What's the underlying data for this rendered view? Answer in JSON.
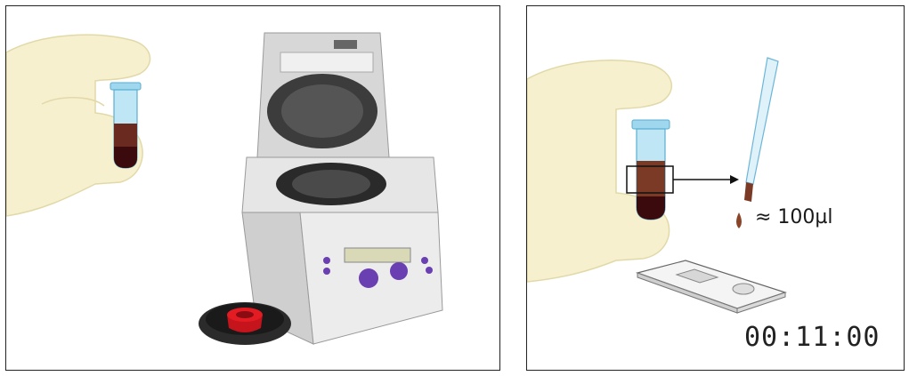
{
  "panels": [
    {
      "id": "centrifuge-step",
      "items": [
        "hand-holding-tube",
        "blood-sample-tube",
        "microcentrifuge",
        "tube-cap"
      ]
    },
    {
      "id": "sampling-step",
      "items": [
        "hand-holding-tube",
        "separated-sample-tube",
        "pipette",
        "test-cassette"
      ]
    }
  ],
  "labels": {
    "volume": "≈ 100µl",
    "timer": "00:11:00"
  },
  "icons": {
    "tube": "microtube-icon",
    "centrifuge": "centrifuge-icon",
    "pipette": "pipette-icon",
    "cassette": "test-cassette-icon",
    "drop": "drop-icon"
  },
  "colors": {
    "glove": "#f6f0cf",
    "blood_dark": "#3a0a0c",
    "plasma": "#7a3a25",
    "tube_blue": "#a8dcef",
    "centrifuge_body": "#e4e4e4",
    "button_purple": "#6a3fb2",
    "cap_red": "#d4121a"
  }
}
